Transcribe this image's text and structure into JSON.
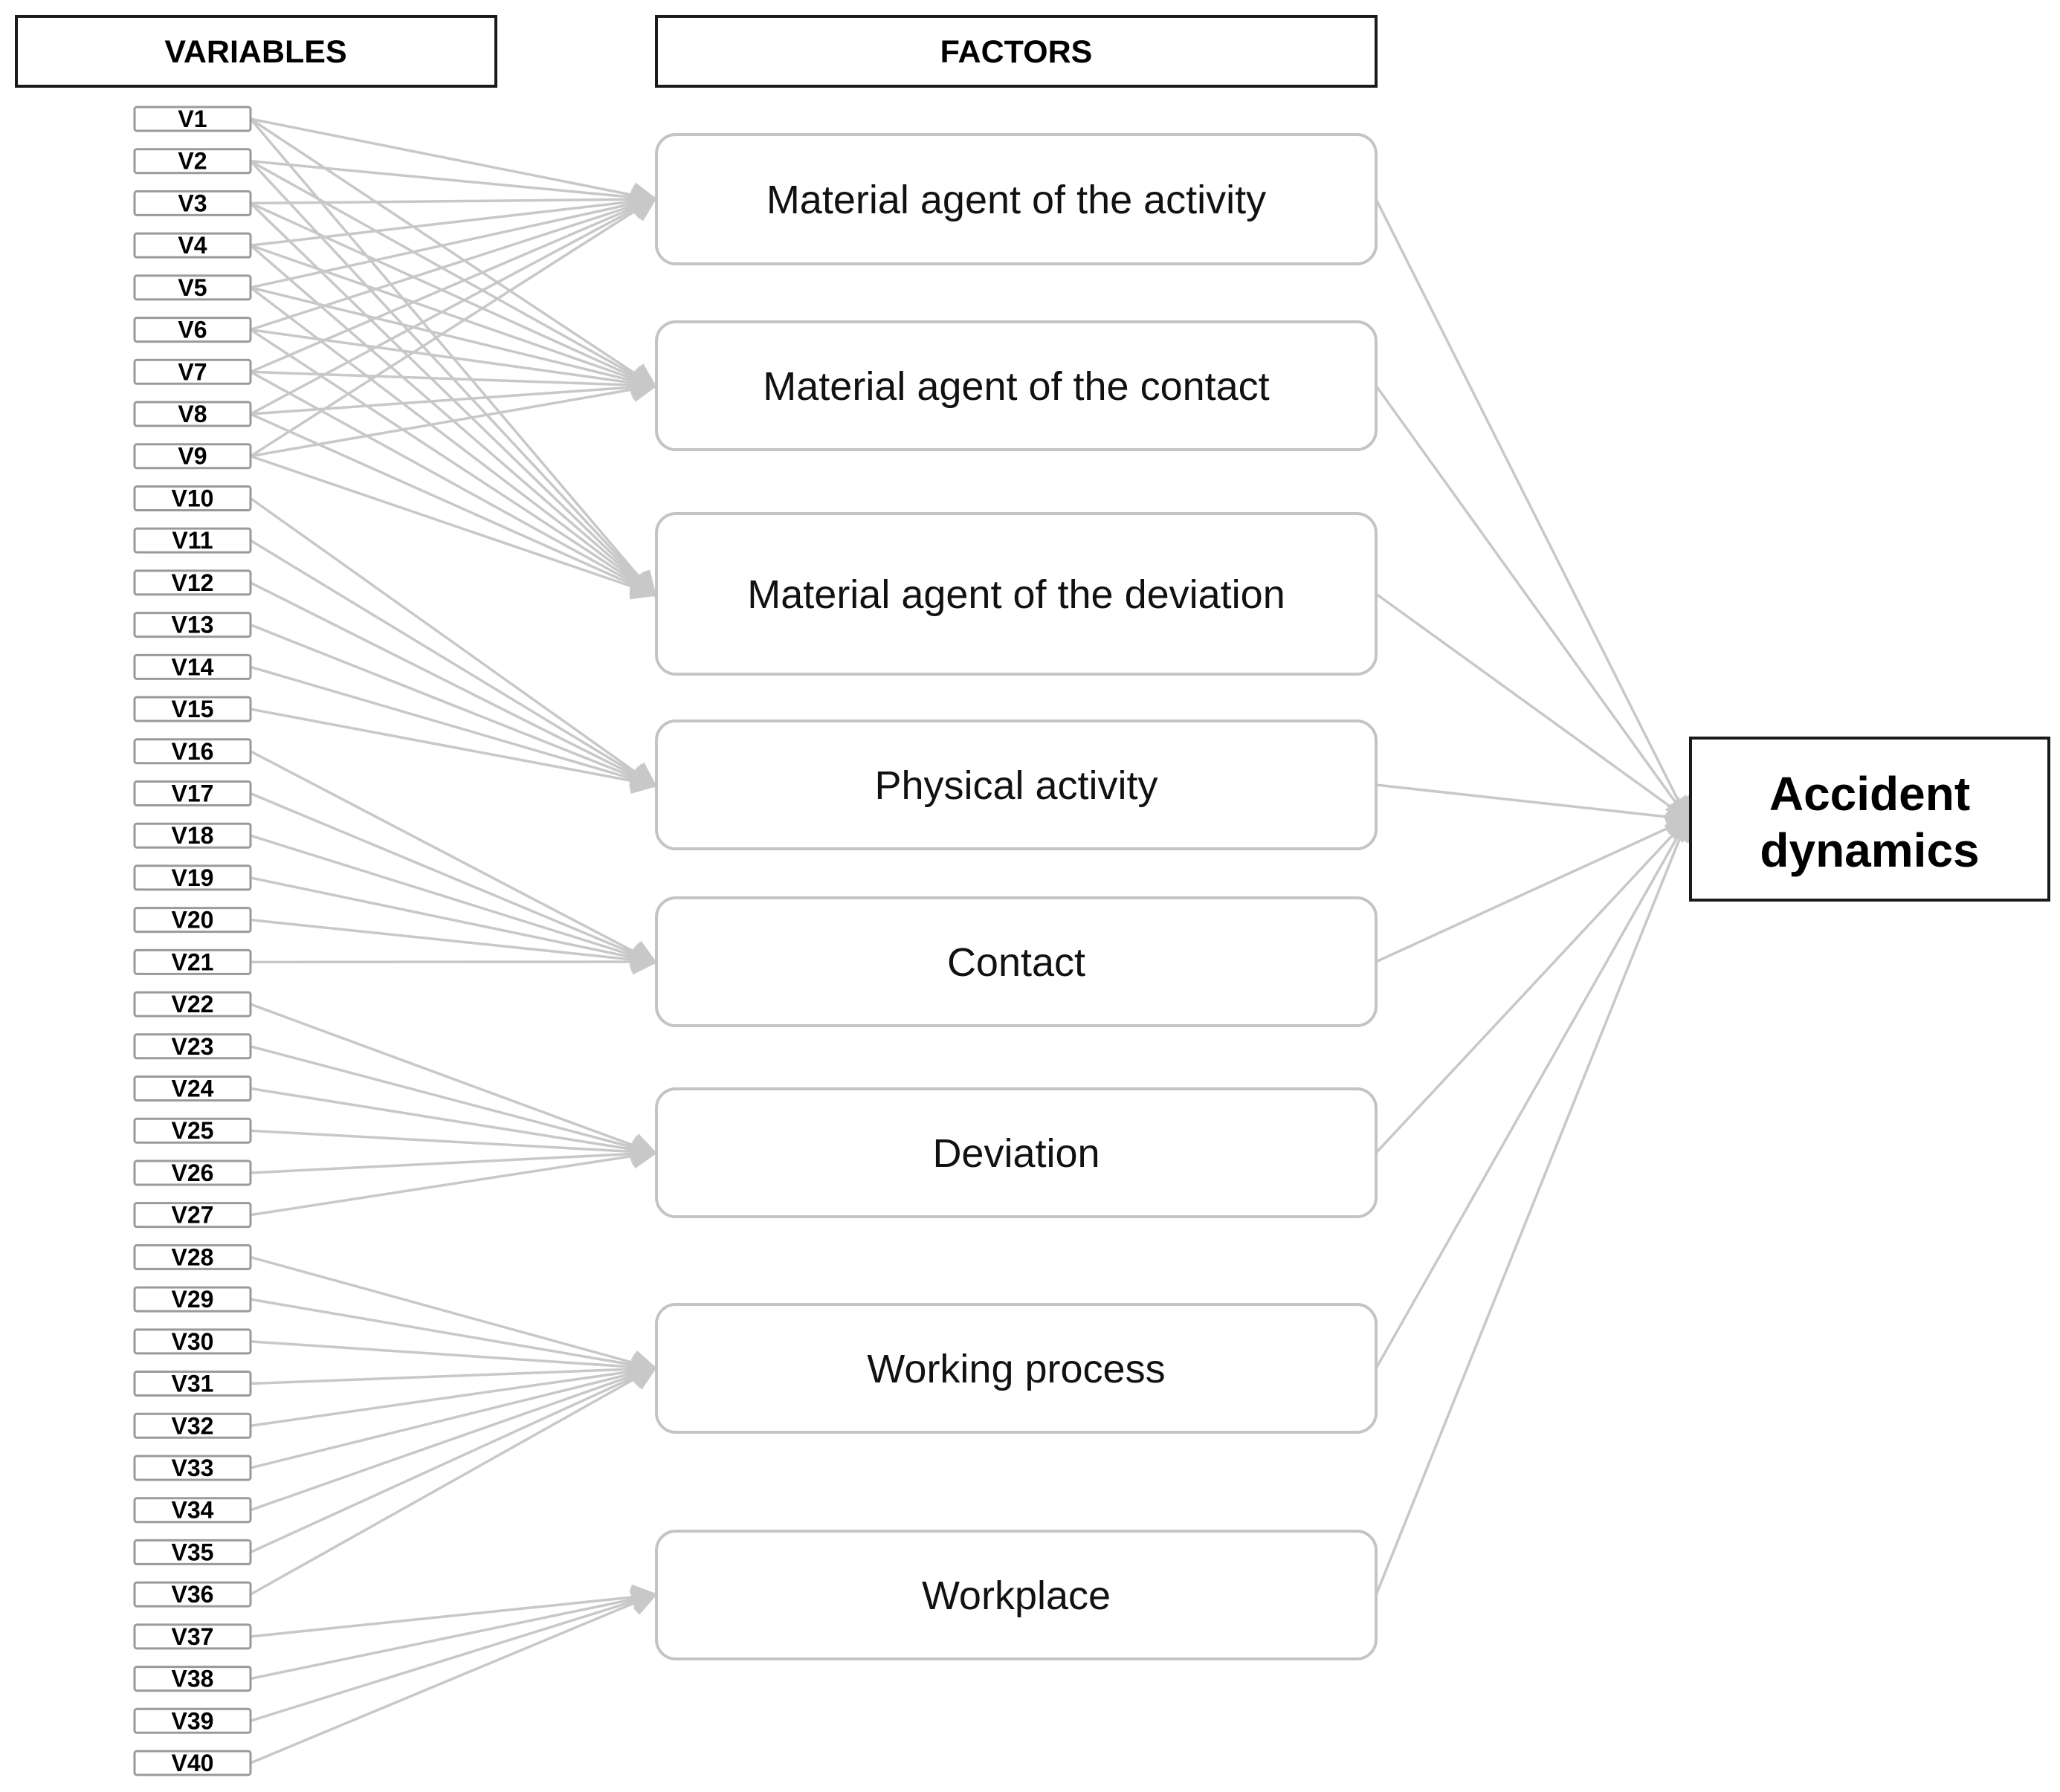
{
  "headers": {
    "variables": "VARIABLES",
    "factors": "FACTORS"
  },
  "variables": [
    "V1",
    "V2",
    "V3",
    "V4",
    "V5",
    "V6",
    "V7",
    "V8",
    "V9",
    "V10",
    "V11",
    "V12",
    "V13",
    "V14",
    "V15",
    "V16",
    "V17",
    "V18",
    "V19",
    "V20",
    "V21",
    "V22",
    "V23",
    "V24",
    "V25",
    "V26",
    "V27",
    "V28",
    "V29",
    "V30",
    "V31",
    "V32",
    "V33",
    "V34",
    "V35",
    "V36",
    "V37",
    "V38",
    "V39",
    "V40"
  ],
  "factors": [
    {
      "label": "Material agent of the activity",
      "variables": [
        "V1",
        "V2",
        "V3",
        "V4",
        "V5",
        "V6",
        "V7",
        "V8",
        "V9"
      ]
    },
    {
      "label": "Material agent of the contact",
      "variables": [
        "V1",
        "V2",
        "V3",
        "V4",
        "V5",
        "V6",
        "V7",
        "V8",
        "V9"
      ]
    },
    {
      "label": "Material agent of the deviation",
      "variables": [
        "V1",
        "V2",
        "V3",
        "V4",
        "V5",
        "V6",
        "V7",
        "V8",
        "V9"
      ]
    },
    {
      "label": "Physical activity",
      "variables": [
        "V10",
        "V11",
        "V12",
        "V13",
        "V14",
        "V15"
      ]
    },
    {
      "label": "Contact",
      "variables": [
        "V16",
        "V17",
        "V18",
        "V19",
        "V20",
        "V21"
      ]
    },
    {
      "label": "Deviation",
      "variables": [
        "V22",
        "V23",
        "V24",
        "V25",
        "V26",
        "V27"
      ]
    },
    {
      "label": "Working process",
      "variables": [
        "V28",
        "V29",
        "V30",
        "V31",
        "V32",
        "V33",
        "V34",
        "V35",
        "V36"
      ]
    },
    {
      "label": "Workplace",
      "variables": [
        "V37",
        "V38",
        "V39",
        "V40"
      ]
    }
  ],
  "outcome": {
    "line1": "Accident",
    "line2": "dynamics"
  },
  "colors": {
    "link": "#c8c8c8",
    "factor_border": "#c4c4c4",
    "header_border": "#1a1a1a"
  }
}
